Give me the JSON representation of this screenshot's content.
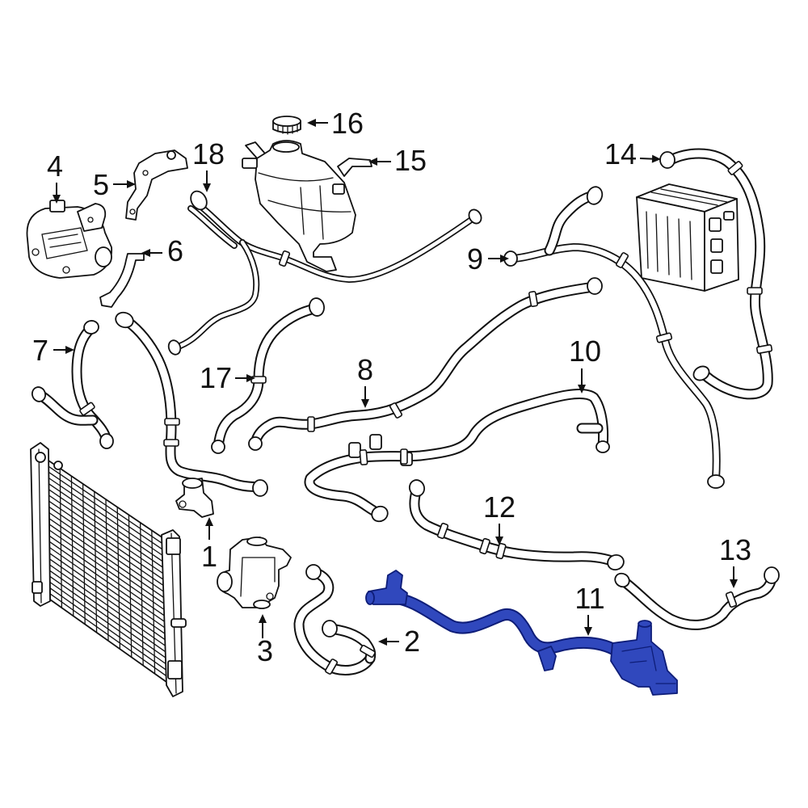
{
  "diagram": {
    "highlight_color": "#3048bd",
    "callouts": [
      "1",
      "2",
      "3",
      "4",
      "5",
      "6",
      "7",
      "8",
      "9",
      "10",
      "11",
      "12",
      "13",
      "14",
      "15",
      "16",
      "17",
      "18"
    ]
  }
}
